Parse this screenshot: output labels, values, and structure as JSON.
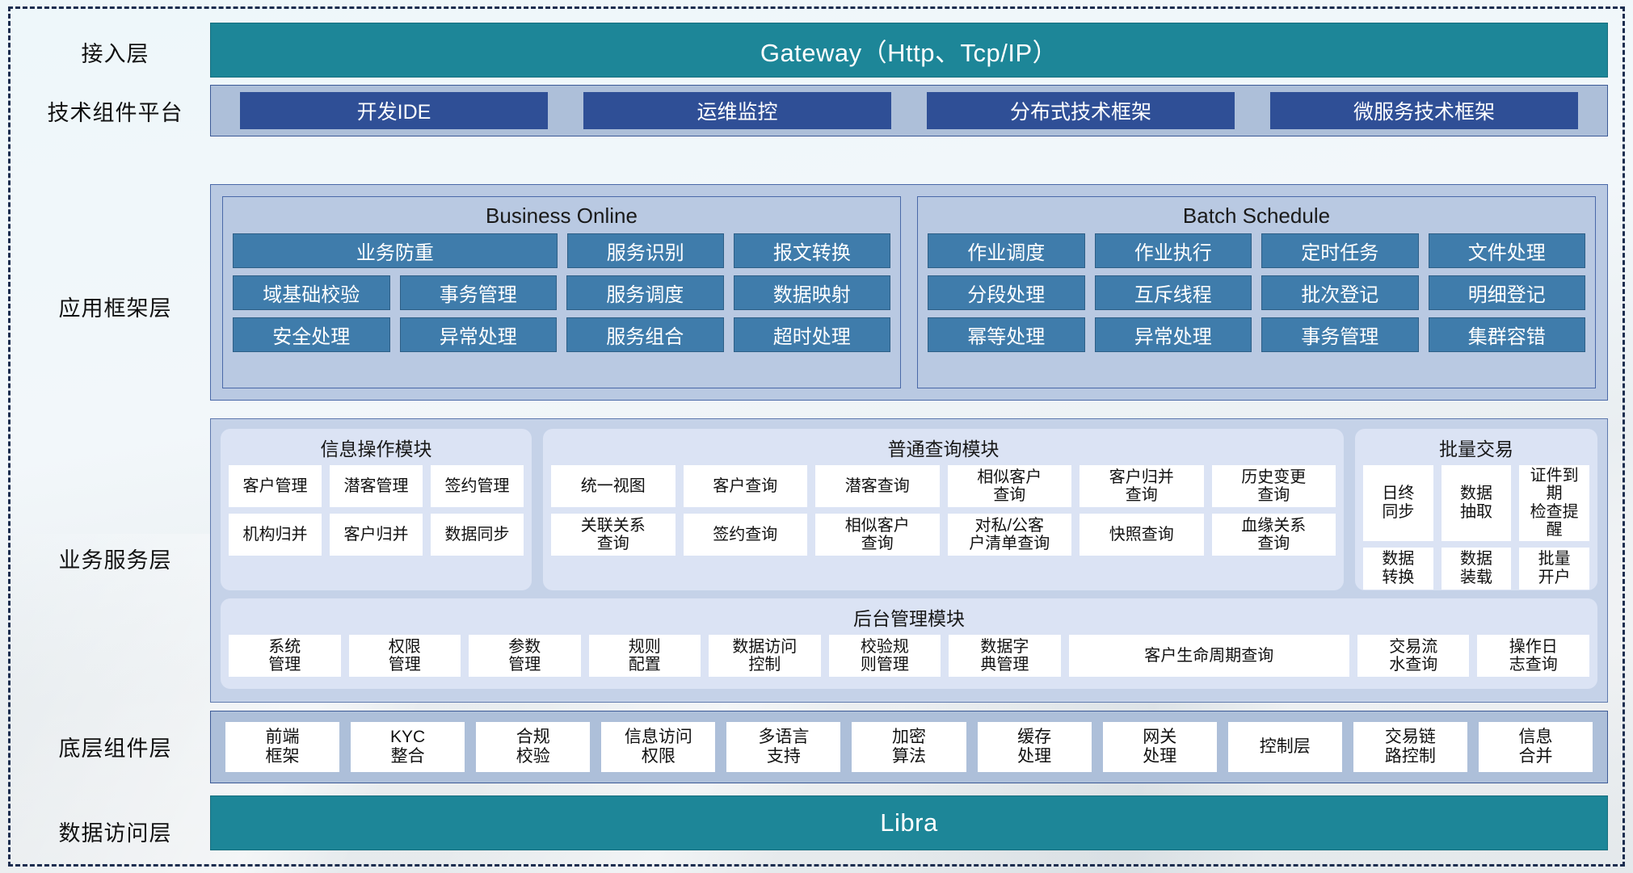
{
  "layers": {
    "access": "接入层",
    "tech_platform": "技术组件平台",
    "app_framework": "应用框架层",
    "business_service": "业务服务层",
    "base_component": "底层组件层",
    "data_access": "数据访问层"
  },
  "gateway": {
    "label": "Gateway（Http、Tcp/IP）"
  },
  "libra": {
    "label": "Libra"
  },
  "tech_chips": [
    "开发IDE",
    "运维监控",
    "分布式技术框架",
    "微服务技术框架"
  ],
  "app_framework": {
    "groups": [
      {
        "title": "Business Online",
        "rows": [
          [
            {
              "label": "业务防重",
              "span": 2
            },
            {
              "label": "服务识别",
              "span": 1
            },
            {
              "label": "报文转换",
              "span": 1
            }
          ],
          [
            {
              "label": "域基础校验",
              "span": 1
            },
            {
              "label": "事务管理",
              "span": 1
            },
            {
              "label": "服务调度",
              "span": 1
            },
            {
              "label": "数据映射",
              "span": 1
            }
          ],
          [
            {
              "label": "安全处理",
              "span": 1
            },
            {
              "label": "异常处理",
              "span": 1
            },
            {
              "label": "服务组合",
              "span": 1
            },
            {
              "label": "超时处理",
              "span": 1
            }
          ]
        ]
      },
      {
        "title": "Batch Schedule",
        "rows": [
          [
            {
              "label": "作业调度",
              "span": 1
            },
            {
              "label": "作业执行",
              "span": 1
            },
            {
              "label": "定时任务",
              "span": 1
            },
            {
              "label": "文件处理",
              "span": 1
            }
          ],
          [
            {
              "label": "分段处理",
              "span": 1
            },
            {
              "label": "互斥线程",
              "span": 1
            },
            {
              "label": "批次登记",
              "span": 1
            },
            {
              "label": "明细登记",
              "span": 1
            }
          ],
          [
            {
              "label": "幂等处理",
              "span": 1
            },
            {
              "label": "异常处理",
              "span": 1
            },
            {
              "label": "事务管理",
              "span": 1
            },
            {
              "label": "集群容错",
              "span": 1
            }
          ]
        ]
      }
    ]
  },
  "business_service": {
    "info_module": {
      "title": "信息操作模块",
      "rows": [
        [
          {
            "label": "客户管理"
          },
          {
            "label": "潜客管理"
          },
          {
            "label": "签约管理"
          }
        ],
        [
          {
            "label": "机构归并"
          },
          {
            "label": "客户归并"
          },
          {
            "label": "数据同步"
          }
        ]
      ]
    },
    "query_module": {
      "title": "普通查询模块",
      "rows": [
        [
          {
            "label": "统一视图"
          },
          {
            "label": "客户查询"
          },
          {
            "label": "潜客查询"
          },
          {
            "label": "相似客户\n查询"
          },
          {
            "label": "客户归并\n查询"
          },
          {
            "label": "历史变更\n查询"
          }
        ],
        [
          {
            "label": "关联关系\n查询"
          },
          {
            "label": "签约查询"
          },
          {
            "label": "相似客户\n查询"
          },
          {
            "label": "对私/公客\n户清单查询"
          },
          {
            "label": "快照查询"
          },
          {
            "label": "血缘关系\n查询"
          }
        ]
      ]
    },
    "batch_module": {
      "title": "批量交易",
      "rows": [
        [
          {
            "label": "日终\n同步"
          },
          {
            "label": "数据\n抽取"
          },
          {
            "label": "证件到期\n检查提醒"
          }
        ],
        [
          {
            "label": "数据\n转换"
          },
          {
            "label": "数据\n装载"
          },
          {
            "label": "批量\n开户"
          }
        ]
      ]
    },
    "admin_module": {
      "title": "后台管理模块",
      "rows": [
        [
          {
            "label": "系统\n管理",
            "wide": false
          },
          {
            "label": "权限\n管理",
            "wide": false
          },
          {
            "label": "参数\n管理",
            "wide": false
          },
          {
            "label": "规则\n配置",
            "wide": false
          },
          {
            "label": "数据访问\n控制",
            "wide": false
          },
          {
            "label": "校验规\n则管理",
            "wide": false
          },
          {
            "label": "数据字\n典管理",
            "wide": false
          },
          {
            "label": "客户生命周期查询",
            "wide": true
          },
          {
            "label": "交易流\n水查询",
            "wide": false
          },
          {
            "label": "操作日\n志查询",
            "wide": false
          }
        ]
      ]
    }
  },
  "base_components": [
    {
      "label": "前端\n框架"
    },
    {
      "label": "KYC\n整合"
    },
    {
      "label": "合规\n校验"
    },
    {
      "label": "信息访问\n权限"
    },
    {
      "label": "多语言\n支持"
    },
    {
      "label": "加密\n算法"
    },
    {
      "label": "缓存\n处理"
    },
    {
      "label": "网关\n处理"
    },
    {
      "label": "控制层"
    },
    {
      "label": "交易链\n路控制"
    },
    {
      "label": "信息\n合并"
    }
  ],
  "colors": {
    "teal": "#1d8698",
    "deep_blue_chip": "#2f4f96",
    "app_chip": "#3f7cab",
    "strip_bg": "#adbfd9",
    "biz_bg": "#c5d2e8",
    "module_bg": "#dbe3f4",
    "border": "#1b2d4f"
  }
}
